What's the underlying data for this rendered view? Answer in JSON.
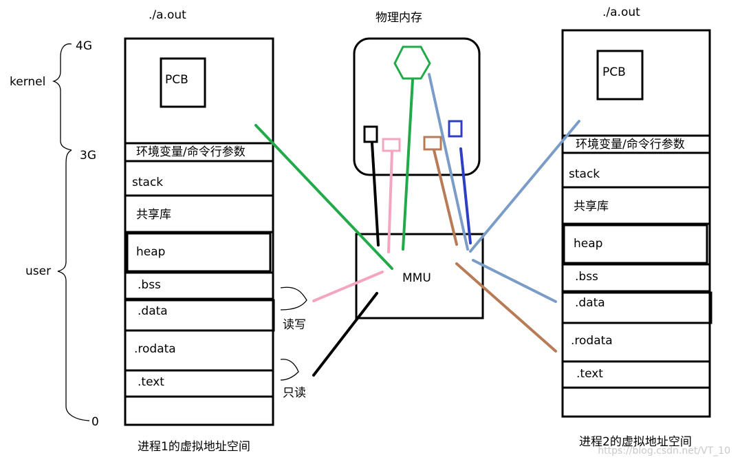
{
  "process1": {
    "title": "./a.out",
    "caption": "进程1的虚拟地址空间",
    "pcb": "PCB",
    "segments": [
      "环境变量/命令行参数",
      "stack",
      "共享库",
      "heap",
      ".bss",
      ".data",
      ".rodata",
      ".text"
    ]
  },
  "process2": {
    "title": "./a.out",
    "caption": "进程2的虚拟地址空间",
    "pcb": "PCB",
    "segments": [
      "环境变量/命令行参数",
      "stack",
      "共享库",
      "heap",
      ".bss",
      ".data",
      ".rodata",
      ".text"
    ]
  },
  "address_marks": {
    "top": "4G",
    "kernel_boundary": "3G",
    "bottom": "0"
  },
  "regions": {
    "kernel": "kernel",
    "user": "user"
  },
  "physical_memory": {
    "title": "物理内存"
  },
  "mmu": {
    "label": "MMU"
  },
  "permissions": {
    "read_write": "读写",
    "read_only": "只读"
  },
  "watermark": "https://blog.csdn.net/VT_10",
  "colors": {
    "green": "#22aa4a",
    "pink": "#f4a6c0",
    "brown": "#b87b57",
    "steel_blue": "#7a9cc6",
    "blue": "#2f3fc4",
    "black": "#000000"
  }
}
